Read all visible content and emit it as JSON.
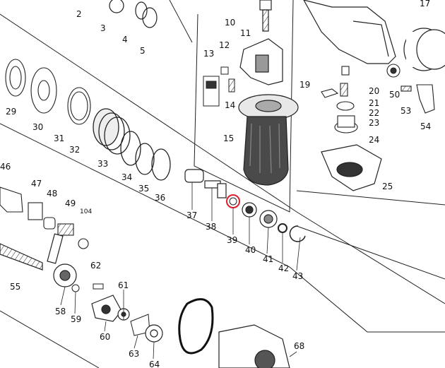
{
  "diagram": {
    "labels": {
      "p2": "2",
      "p3": "3",
      "p4": "4",
      "p5": "5",
      "p10": "10",
      "p11": "11",
      "p12": "12",
      "p13": "13",
      "p14": "14",
      "p15": "15",
      "p17": "17",
      "p19": "19",
      "p20": "20",
      "p21": "21",
      "p22": "22",
      "p23": "23",
      "p24": "24",
      "p25": "25",
      "p29": "29",
      "p30": "30",
      "p31": "31",
      "p32": "32",
      "p33": "33",
      "p34": "34",
      "p35": "35",
      "p36": "36",
      "p37": "37",
      "p38": "38",
      "p39": "39",
      "p40": "40",
      "p41": "41",
      "p42": "42",
      "p43": "43",
      "p46": "46",
      "p47": "47",
      "p48": "48",
      "p49": "49",
      "p50": "50",
      "p53": "53",
      "p54": "54",
      "p55": "55",
      "p58": "58",
      "p59": "59",
      "p60": "60",
      "p61": "61",
      "p62": "62",
      "p63": "63",
      "p64": "64",
      "p68": "68",
      "p104": "104"
    },
    "highlighted_part": "39",
    "highlight_color": "#d9202b"
  }
}
